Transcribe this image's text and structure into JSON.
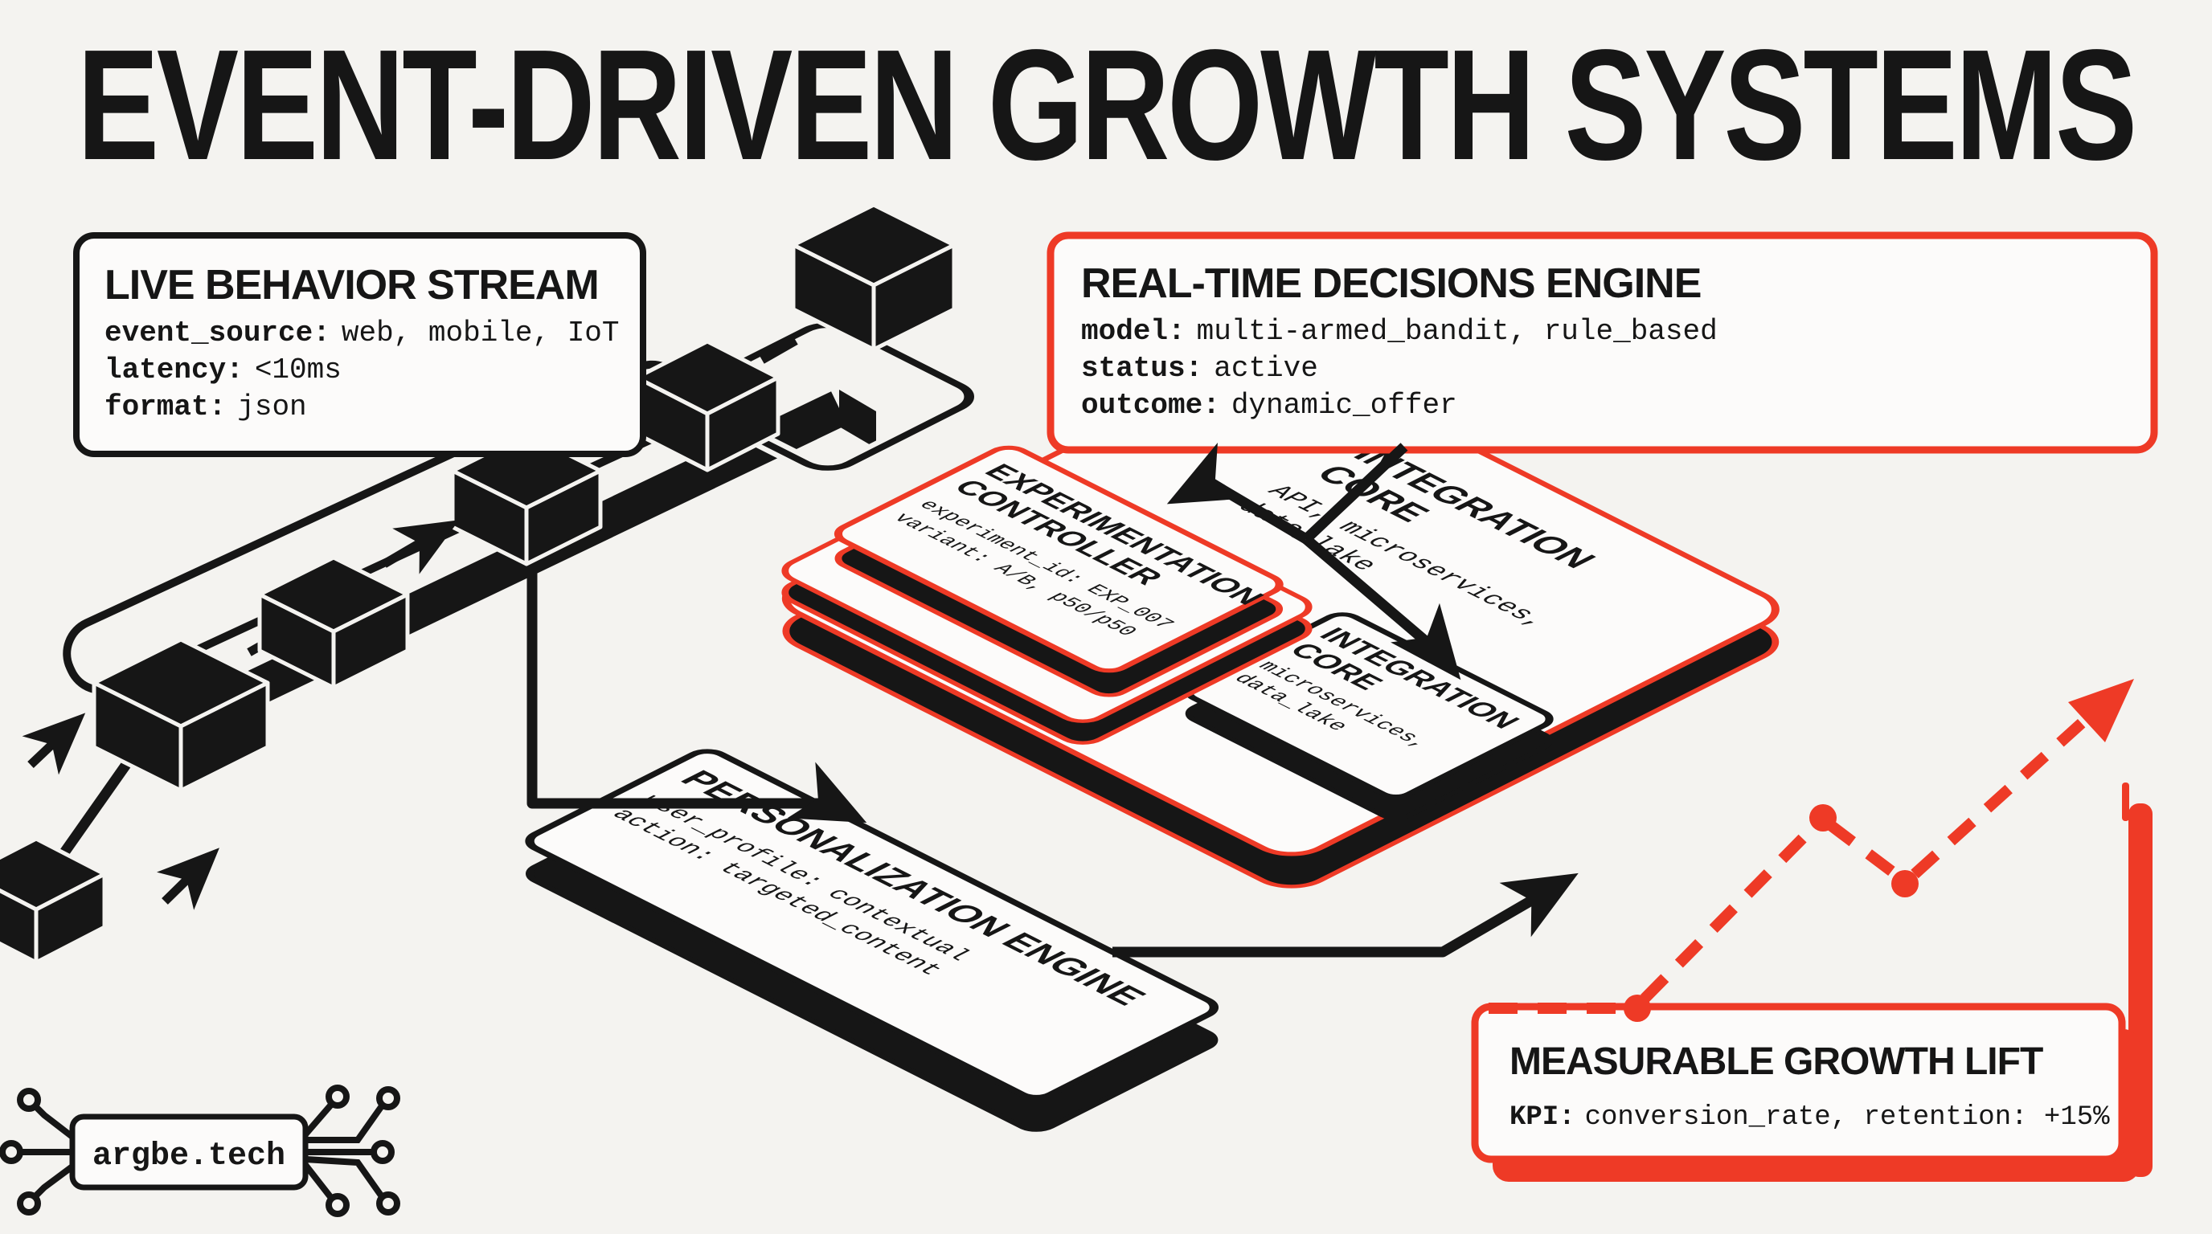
{
  "title": "EVENT-DRIVEN GROWTH SYSTEMS",
  "colors": {
    "background": "#f4f3f0",
    "ink": "#161616",
    "accent": "#ee3a26"
  },
  "boxes": {
    "live_behavior": {
      "title": "LIVE BEHAVIOR STREAM",
      "lines": [
        {
          "k": "event_source:",
          "v": "web, mobile, IoT"
        },
        {
          "k": "latency:",
          "v": "<10ms"
        },
        {
          "k": "format:",
          "v": "json"
        }
      ]
    },
    "realtime_decisions": {
      "title": "REAL-TIME DECISIONS ENGINE",
      "lines": [
        {
          "k": "model:",
          "v": "multi-armed_bandit, rule_based"
        },
        {
          "k": "status:",
          "v": "active"
        },
        {
          "k": "outcome:",
          "v": "dynamic_offer"
        }
      ]
    },
    "growth_lift": {
      "title": "MEASURABLE GROWTH LIFT",
      "kpi": {
        "k": "KPI:",
        "v": "conversion_rate, retention: +15%"
      }
    }
  },
  "nodes": {
    "experimentation": {
      "title1": "EXPERIMENTATION",
      "title2": "CONTROLLER",
      "lines": [
        "experiment_id: EXP_007",
        "variant: A/B, p50/p50"
      ]
    },
    "integration_main": {
      "title1": "INTEGRATION",
      "title2": "CORE",
      "lines": [
        "API, microservices,",
        "data_lake"
      ]
    },
    "integration_small": {
      "title1": "INTEGRATION",
      "title2": "CORE",
      "lines": [
        "microservices,",
        "data_lake"
      ]
    },
    "personalization": {
      "title": "PERSONALIZATION ENGINE",
      "lines": [
        "user_profile: contextual",
        "action: targeted_content"
      ]
    }
  },
  "logo": {
    "text": "argbe.tech"
  }
}
